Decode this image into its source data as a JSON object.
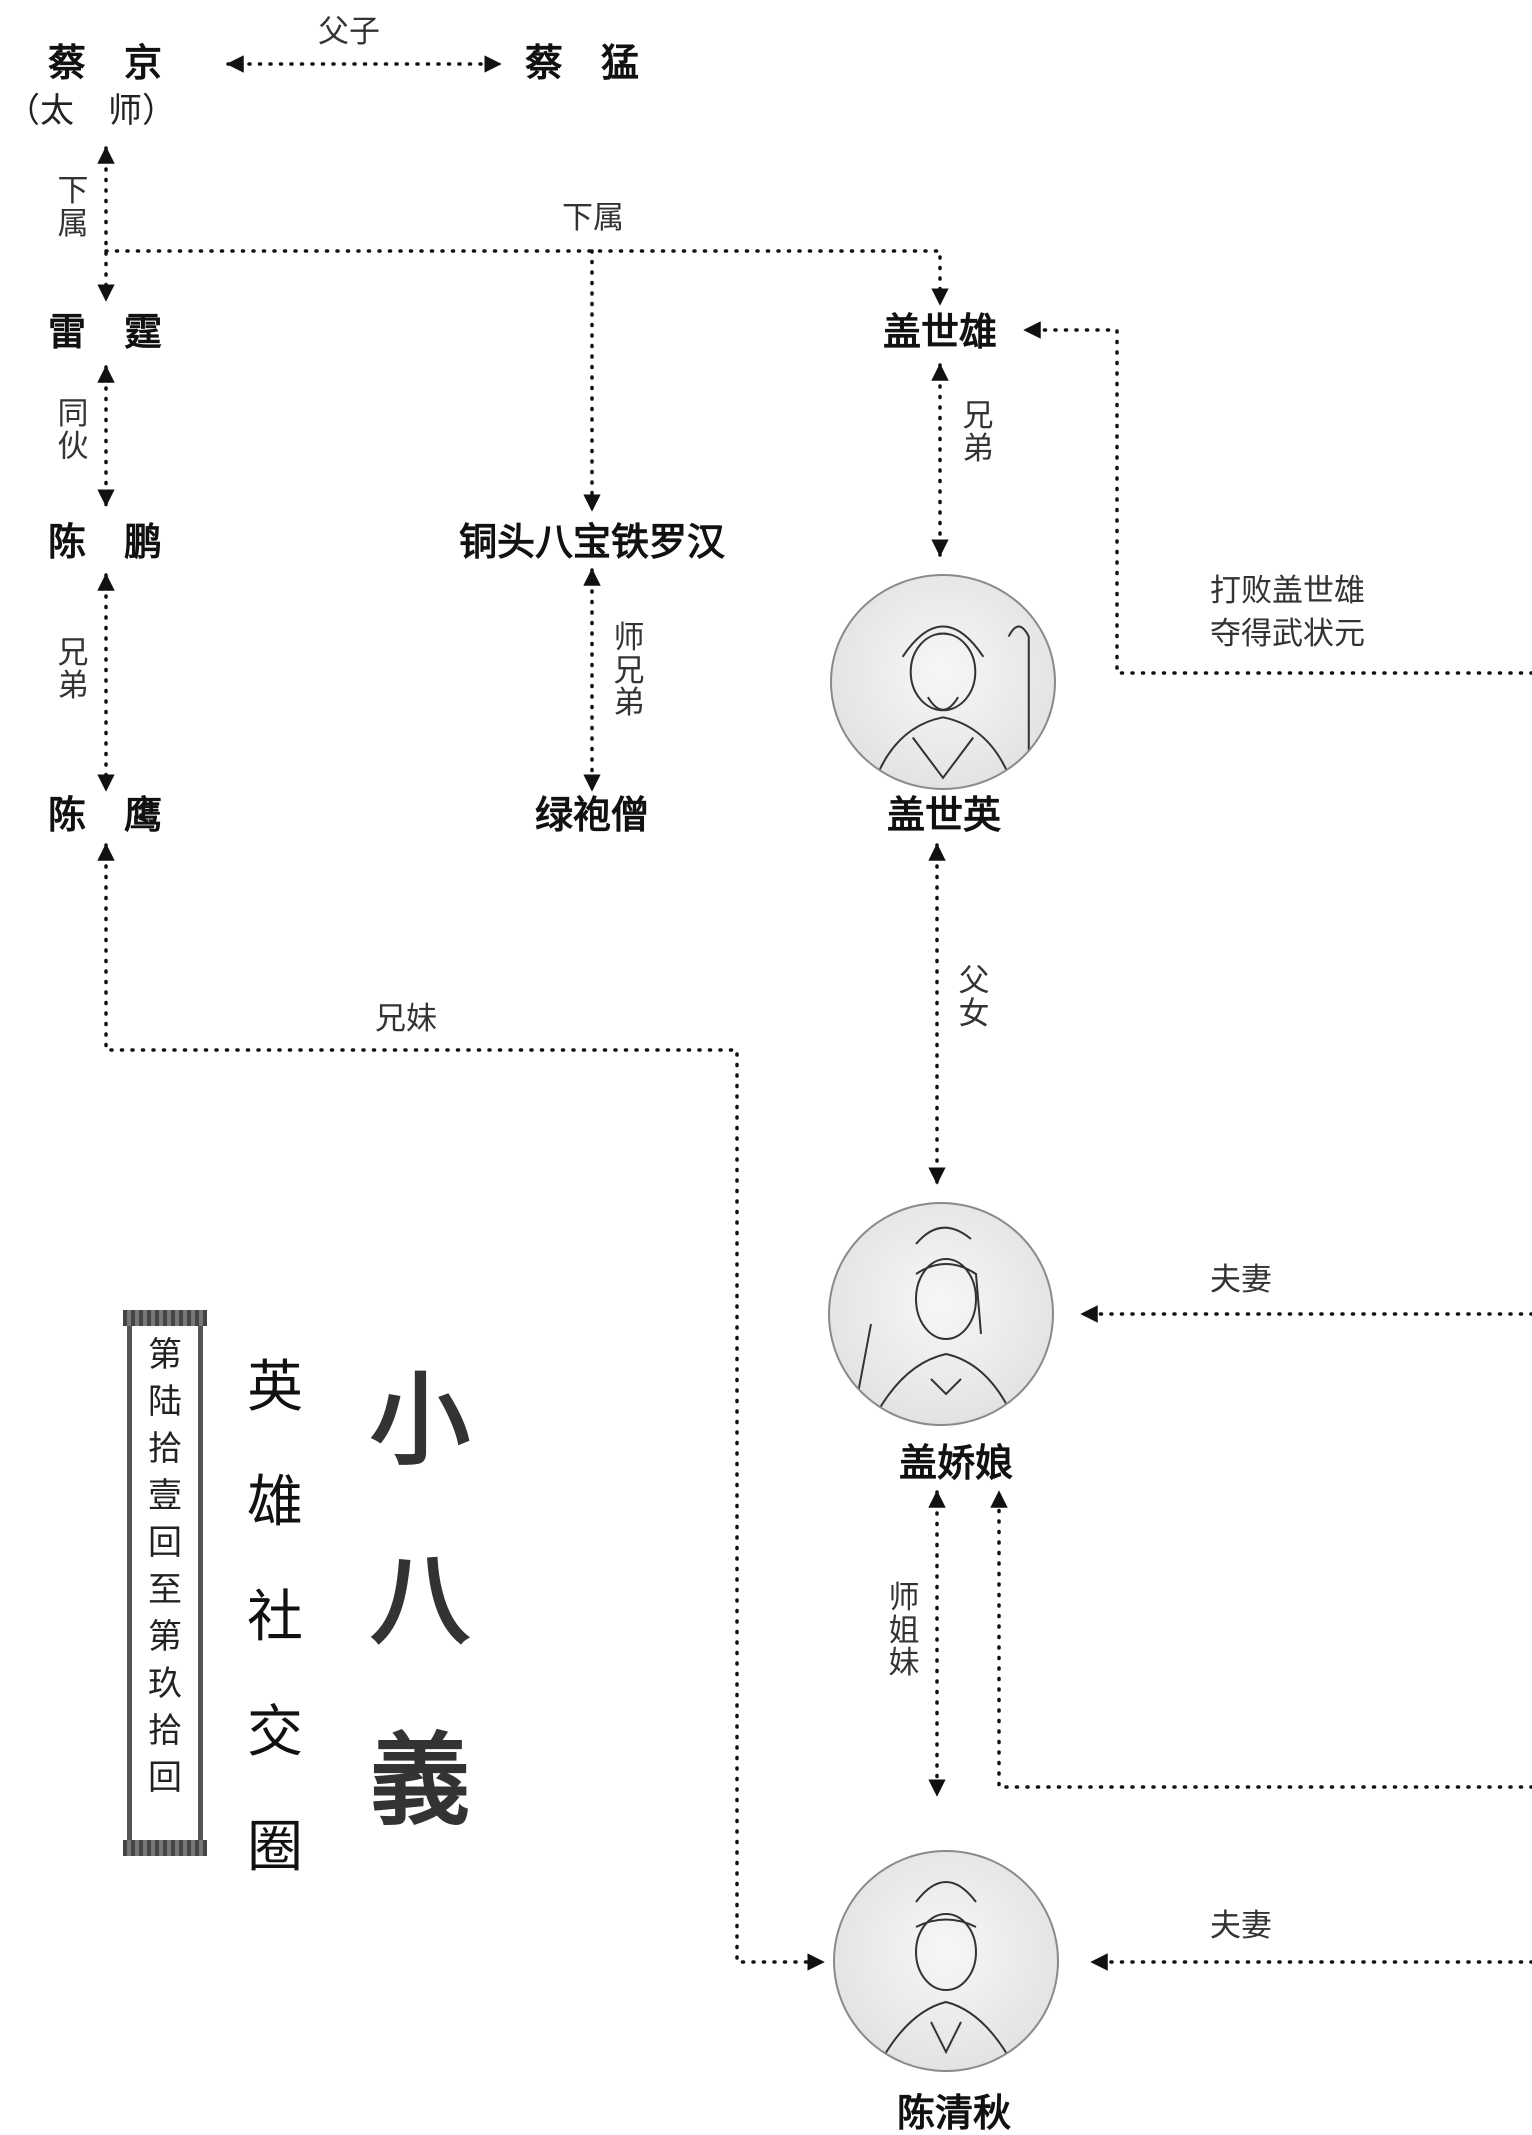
{
  "people": {
    "cai_jing": "蔡　京",
    "cai_jing_title": "（太　师）",
    "cai_meng": "蔡　猛",
    "lei_ting": "雷　霆",
    "chen_peng": "陈　鹏",
    "chen_ying": "陈　鹰",
    "tongtou_luohan": "铜头八宝铁罗汉",
    "lvpao_seng": "绿袍僧",
    "gai_shixiong": "盖世雄",
    "gai_shiying": "盖世英",
    "gai_jiaoniang": "盖娇娘",
    "chen_qingqiu": "陈清秋"
  },
  "relations": {
    "fuzi": "父子",
    "xiashu_left": "下属",
    "xiashu_top": "下属",
    "tonghuo": "同伙",
    "xiongdi_left": "兄弟",
    "xiongdi_right": "兄弟",
    "shixiongdi": "师兄弟",
    "dabai_line1": "打败盖世雄",
    "dabai_line2": "夺得武状元",
    "xiongmei": "兄妹",
    "funv": "父女",
    "fuqi_1": "夫妻",
    "shijiemei": "师姐妹",
    "fuqi_2": "夫妻"
  },
  "scroll": {
    "text": "第陆拾壹回至第玖拾回"
  },
  "title": {
    "subtitle": "英雄社交圈",
    "main": "小八義"
  }
}
